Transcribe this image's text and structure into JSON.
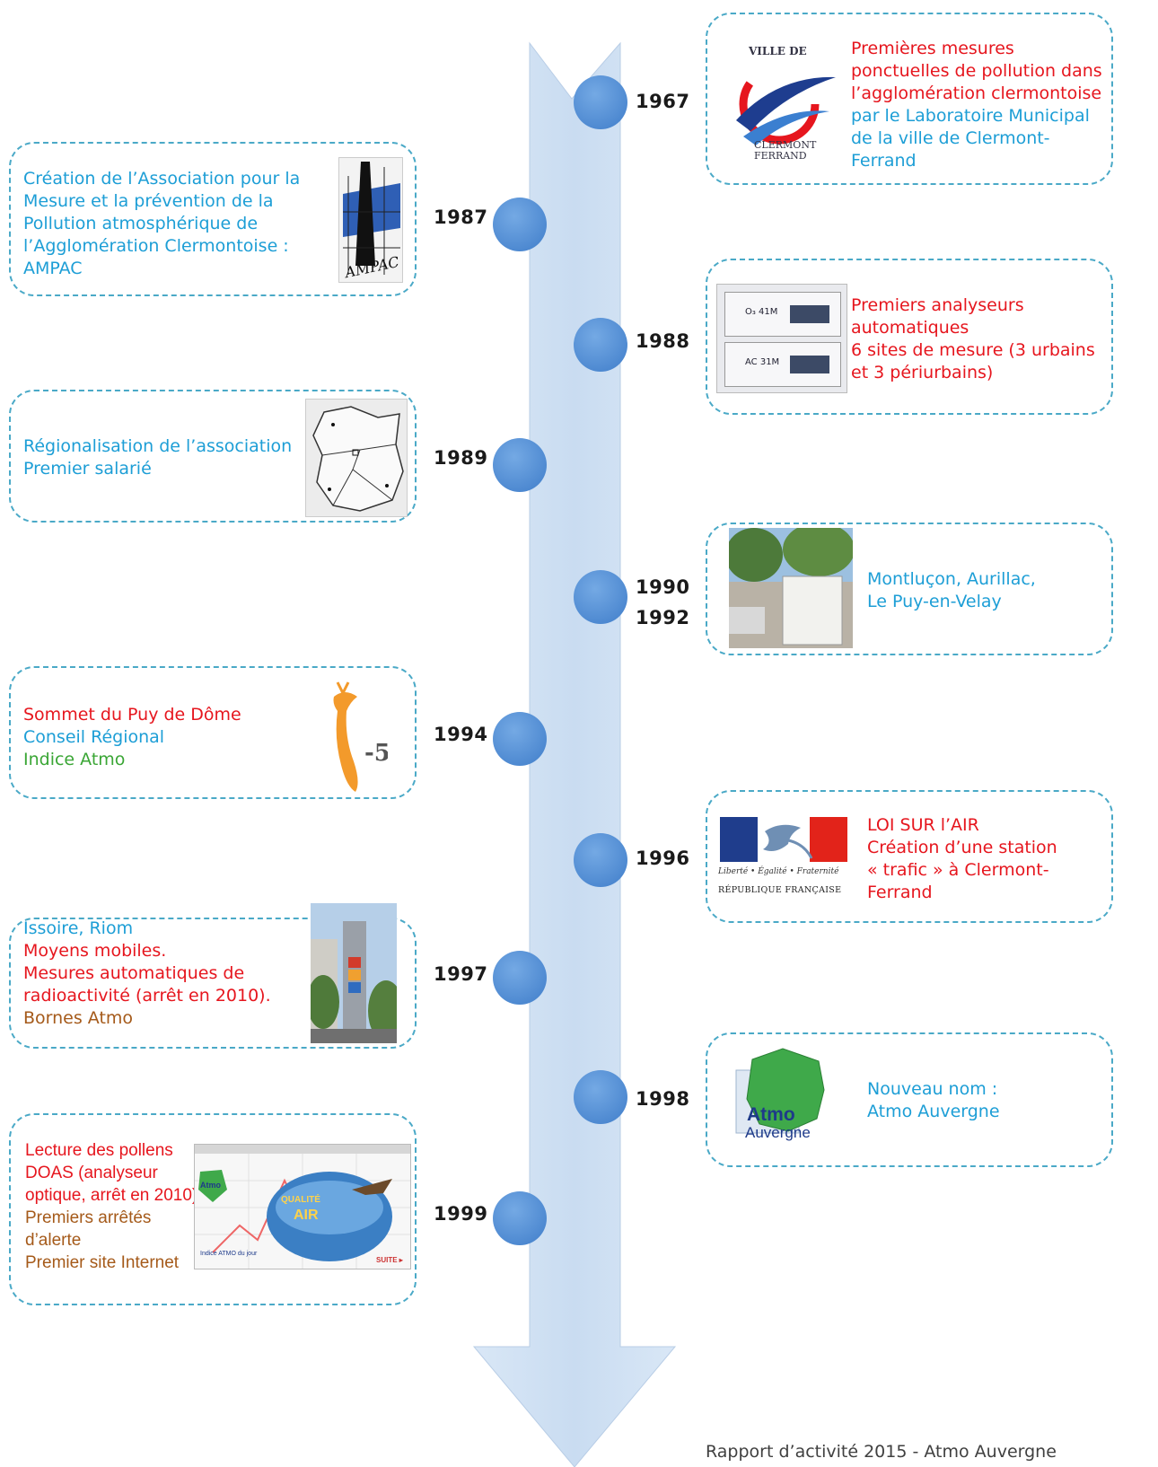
{
  "timeline": {
    "years": [
      "1967",
      "1987",
      "1988",
      "1989",
      "1990",
      "1992",
      "1994",
      "1996",
      "1997",
      "1998",
      "1999"
    ]
  },
  "events": {
    "e1967": {
      "lines": [
        "Premières mesures",
        "ponctuelles de pollution dans",
        "l’agglomération clermontoise",
        "par le Laboratoire Municipal",
        "de la ville de Clermont-",
        "Ferrand"
      ],
      "logo_top": "VILLE DE",
      "logo_bottom1": "CLERMONT",
      "logo_bottom2": "FERRAND"
    },
    "e1987": {
      "lines": [
        "Création de l’Association pour la",
        "Mesure et la prévention de la",
        "Pollution atmosphérique de",
        "l’Agglomération Clermontoise :",
        "AMPAC"
      ],
      "logo_text": "AMPAC"
    },
    "e1988": {
      "lines": [
        "Premiers analyseurs",
        "automatiques",
        "6 sites de mesure (3 urbains",
        "et 3 périurbains)"
      ],
      "device1": "O₃ 41M",
      "device2": "AC 31M"
    },
    "e1989": {
      "lines": [
        "Régionalisation de l’association",
        "Premier salarié"
      ]
    },
    "e1990": {
      "lines": [
        "Montluçon, Aurillac,",
        "Le Puy-en-Velay"
      ]
    },
    "e1994": {
      "lines": [
        "Sommet du Puy de Dôme",
        "Conseil Régional",
        "Indice Atmo"
      ],
      "logo_text": "5"
    },
    "e1996": {
      "lines": [
        "LOI SUR l’AIR",
        "Création d’une station",
        "« trafic » à Clermont-",
        "Ferrand"
      ],
      "motto": "Liberté • Égalité • Fraternité",
      "republic": "RÉPUBLIQUE FRANÇAISE"
    },
    "e1997": {
      "lines": [
        "Issoire, Riom",
        "Moyens mobiles.",
        "Mesures automatiques de",
        "radioactivité (arrêt en 2010).",
        "Bornes Atmo"
      ]
    },
    "e1998": {
      "lines": [
        "Nouveau nom :",
        "Atmo Auvergne"
      ],
      "logo_line1": "Atmo",
      "logo_line2": "Auvergne"
    },
    "e1999": {
      "lines": [
        "Lecture des pollens",
        "DOAS (analyseur",
        "optique, arrêt en 2010)",
        "Premiers arrêtés",
        "d’alerte",
        "Premier site Internet"
      ],
      "web_logo": "Atmo",
      "web_title1": "QUALITÉ",
      "web_title2": "AIR",
      "web_link": "Indice ATMO du jour",
      "web_button": "SUITE ▸"
    }
  },
  "footer": "Rapport d’activité 2015 - Atmo Auvergne",
  "colors": {
    "card_border": "#4aa9c7",
    "arrow_fill": "#cfe0f3",
    "dot": "#5b94d6",
    "blue_text": "#1d9ed6",
    "red_text": "#e6161e",
    "green_text": "#3aa635",
    "brown_text": "#a55a1a"
  }
}
